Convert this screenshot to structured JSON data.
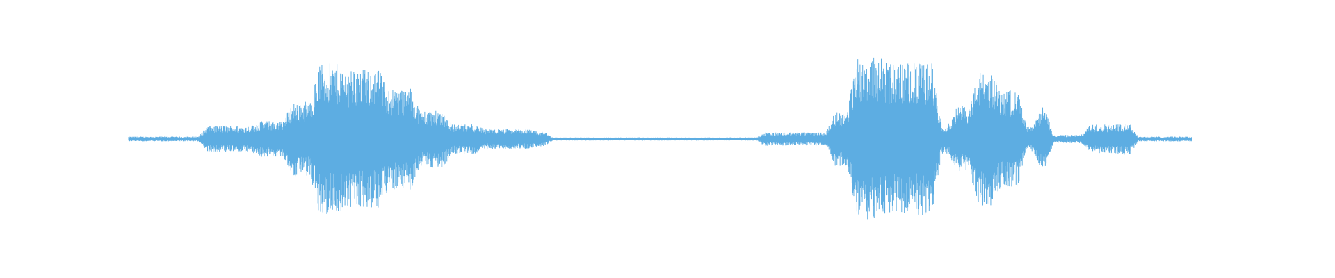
{
  "waveform": {
    "color": "#5DADE2",
    "background": "#ffffff",
    "segments": [
      {
        "start": 0.0,
        "end": 0.07,
        "peak": 0.03
      },
      {
        "start": 0.07,
        "end": 0.12,
        "peak": 0.16
      },
      {
        "start": 0.12,
        "end": 0.15,
        "peak": 0.22
      },
      {
        "start": 0.15,
        "end": 0.175,
        "peak": 0.46
      },
      {
        "start": 0.175,
        "end": 0.2,
        "peak": 0.92
      },
      {
        "start": 0.2,
        "end": 0.24,
        "peak": 0.85
      },
      {
        "start": 0.24,
        "end": 0.27,
        "peak": 0.62
      },
      {
        "start": 0.27,
        "end": 0.3,
        "peak": 0.35
      },
      {
        "start": 0.3,
        "end": 0.33,
        "peak": 0.18
      },
      {
        "start": 0.33,
        "end": 0.38,
        "peak": 0.12
      },
      {
        "start": 0.38,
        "end": 0.395,
        "peak": 0.09
      },
      {
        "start": 0.395,
        "end": 0.595,
        "peak": 0.02
      },
      {
        "start": 0.595,
        "end": 0.6,
        "peak": 0.1
      },
      {
        "start": 0.6,
        "end": 0.66,
        "peak": 0.08
      },
      {
        "start": 0.66,
        "end": 0.68,
        "peak": 0.33
      },
      {
        "start": 0.68,
        "end": 0.71,
        "peak": 1.0
      },
      {
        "start": 0.71,
        "end": 0.76,
        "peak": 0.93
      },
      {
        "start": 0.76,
        "end": 0.775,
        "peak": 0.18
      },
      {
        "start": 0.775,
        "end": 0.795,
        "peak": 0.4
      },
      {
        "start": 0.795,
        "end": 0.815,
        "peak": 0.82
      },
      {
        "start": 0.815,
        "end": 0.84,
        "peak": 0.6
      },
      {
        "start": 0.84,
        "end": 0.855,
        "peak": 0.15
      },
      {
        "start": 0.855,
        "end": 0.865,
        "peak": 0.42
      },
      {
        "start": 0.865,
        "end": 0.9,
        "peak": 0.05
      },
      {
        "start": 0.9,
        "end": 0.935,
        "peak": 0.18
      },
      {
        "start": 0.935,
        "end": 0.945,
        "peak": 0.2
      },
      {
        "start": 0.945,
        "end": 1.0,
        "peak": 0.03
      }
    ]
  }
}
